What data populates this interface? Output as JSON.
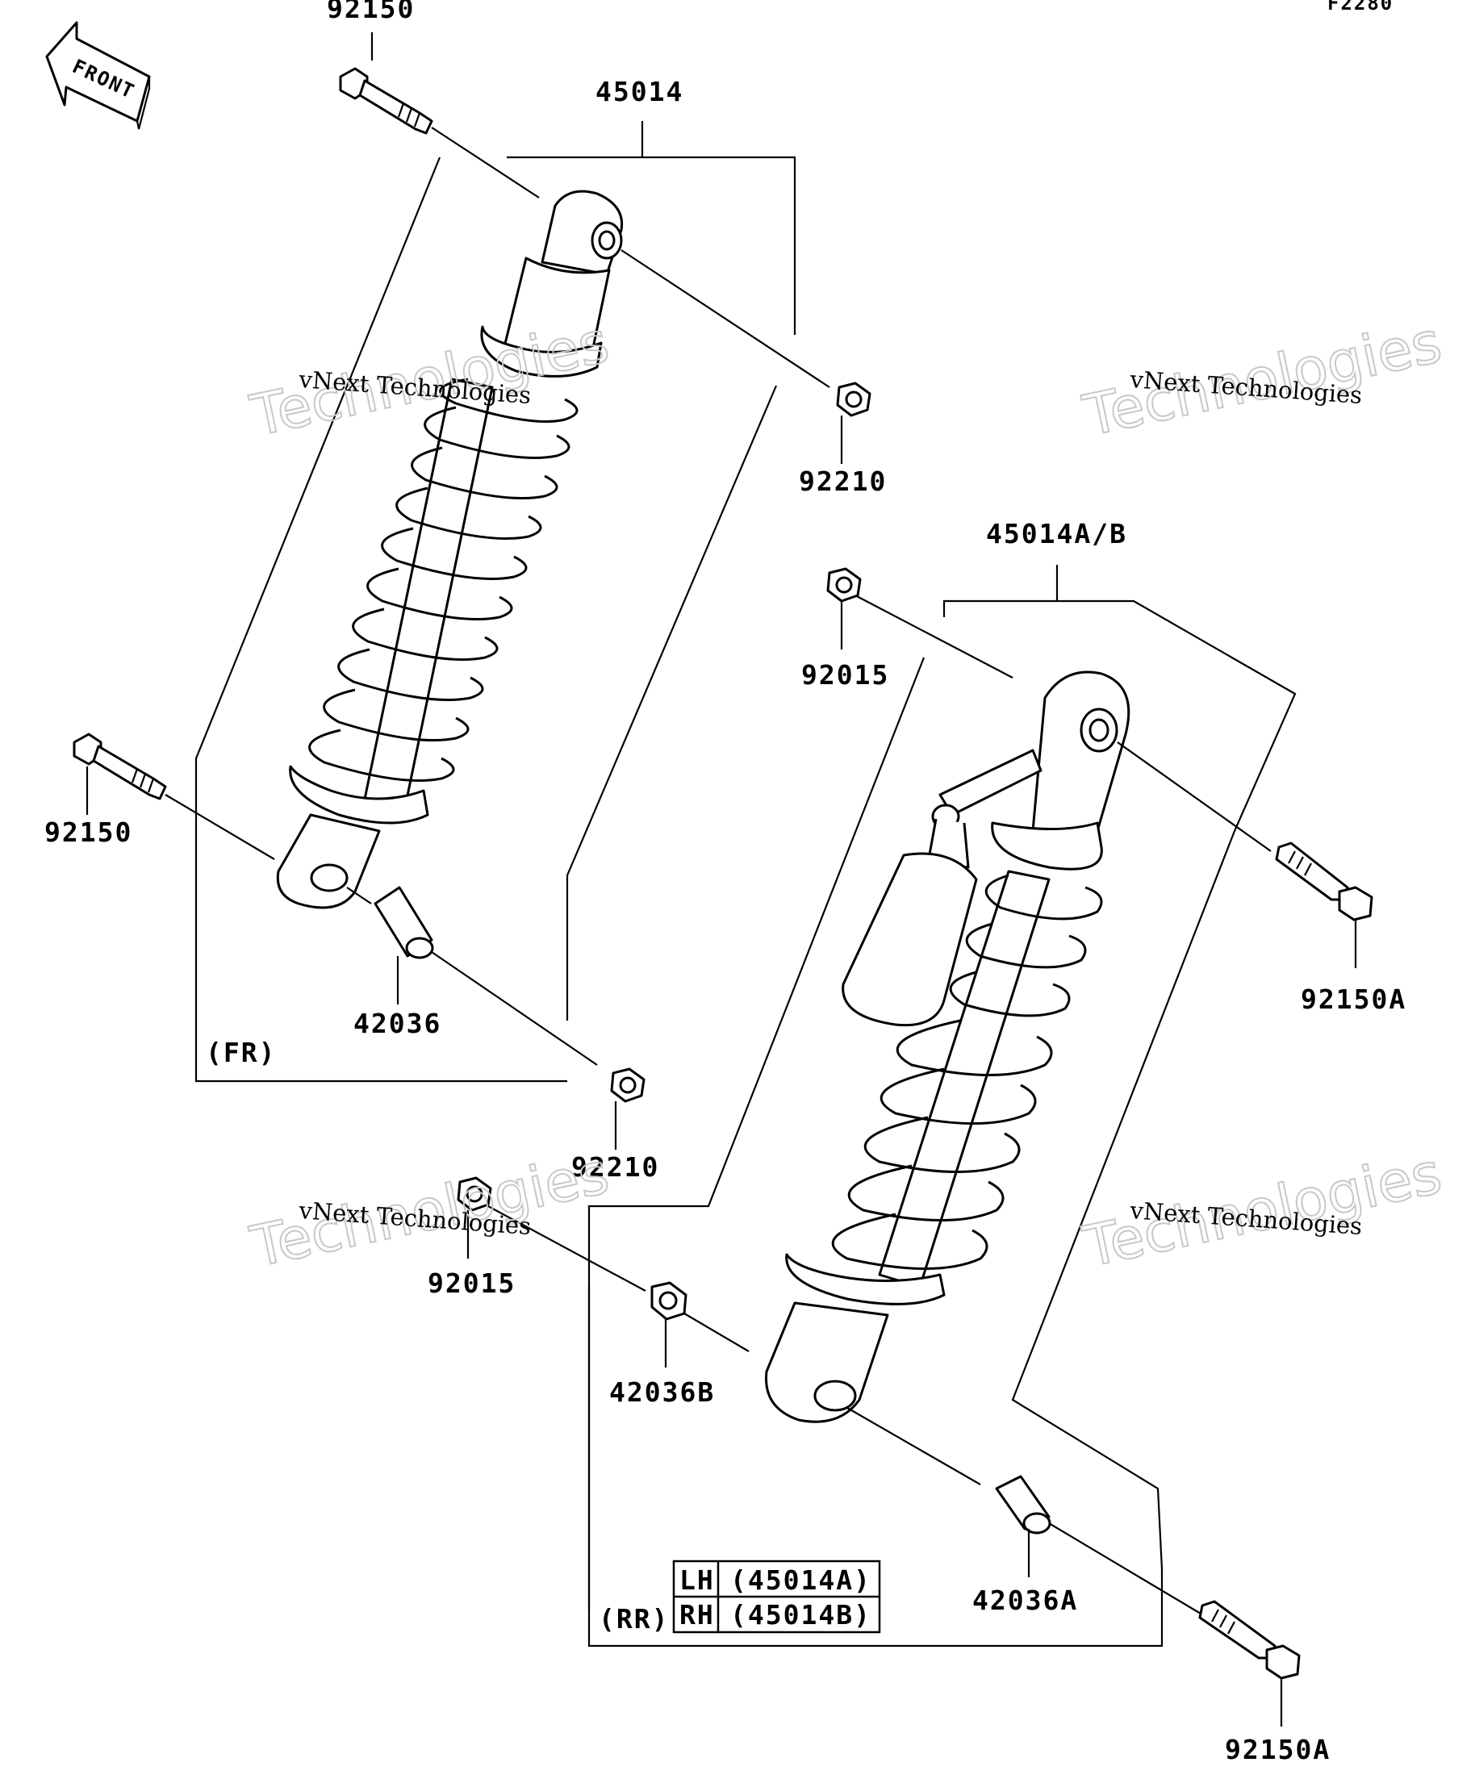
{
  "diagram": {
    "code": "F2280",
    "front_arrow_label": "FRONT",
    "front_group_label": "(FR)",
    "rear_group_label": "(RR)",
    "parts": [
      {
        "id": "p-92150-top",
        "label": "92150"
      },
      {
        "id": "p-45014",
        "label": "45014"
      },
      {
        "id": "p-92210-top",
        "label": "92210"
      },
      {
        "id": "p-92150-left",
        "label": "92150"
      },
      {
        "id": "p-42036",
        "label": "42036"
      },
      {
        "id": "p-92210-bottom",
        "label": "92210"
      },
      {
        "id": "p-45014ab",
        "label": "45014A/B"
      },
      {
        "id": "p-92015-top",
        "label": "92015"
      },
      {
        "id": "p-92150a-right",
        "label": "92150A"
      },
      {
        "id": "p-92015-bottom",
        "label": "92015"
      },
      {
        "id": "p-42036b",
        "label": "42036B"
      },
      {
        "id": "p-42036a",
        "label": "42036A"
      },
      {
        "id": "p-92150a-bottom",
        "label": "92150A"
      }
    ],
    "side_table": {
      "rows": [
        {
          "side": "LH",
          "part": "(45014A)"
        },
        {
          "side": "RH",
          "part": "(45014B)"
        }
      ]
    },
    "watermarks": [
      {
        "small": "vNext Technologies",
        "big": "Technologies"
      },
      {
        "small": "vNext Technologies",
        "big": "Technologies"
      },
      {
        "small": "vNext Technologies",
        "big": "Technologies"
      },
      {
        "small": "vNext Technologies",
        "big": "Technologies"
      }
    ]
  }
}
